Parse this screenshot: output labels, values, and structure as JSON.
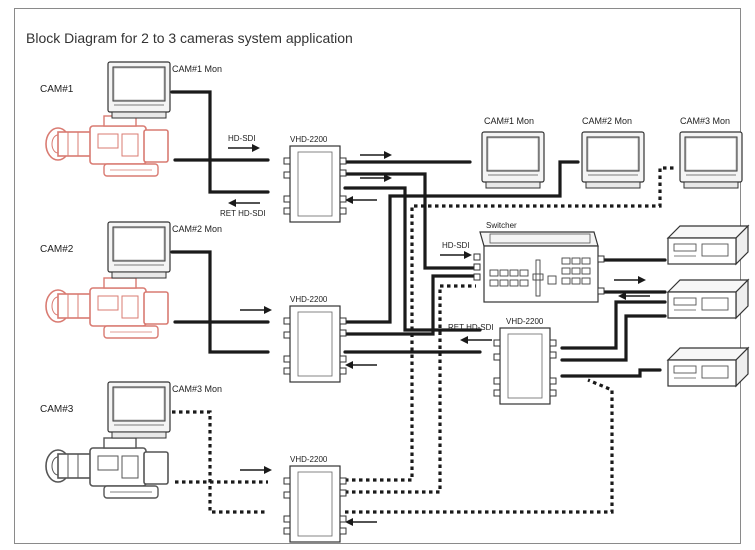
{
  "title": "Block Diagram for 2 to 3 cameras system application",
  "cameras": [
    {
      "label": "CAM#1",
      "monitor_label": "CAM#1 Mon",
      "color": "#d97b72",
      "line": "solid"
    },
    {
      "label": "CAM#2",
      "monitor_label": "CAM#2 Mon",
      "color": "#d97b72",
      "line": "solid"
    },
    {
      "label": "CAM#3",
      "monitor_label": "CAM#3 Mon",
      "color": "#555555",
      "line": "dotted"
    }
  ],
  "converter_label": "VHD-2200",
  "signal_labels": {
    "hd_sdi": "HD-SDI",
    "ret_hd_sdi": "RET HD-SDI"
  },
  "switcher": {
    "label": "Switcher",
    "input_label": "HD-SDI",
    "ret_label": "RET HD-SDI"
  },
  "output_monitors": [
    "CAM#1 Mon",
    "CAM#2 Mon",
    "CAM#3 Mon"
  ],
  "recorders_count": 3,
  "colors": {
    "line": "#1a1a1a",
    "outline": "#444444",
    "frame": "#8a8a8a"
  }
}
